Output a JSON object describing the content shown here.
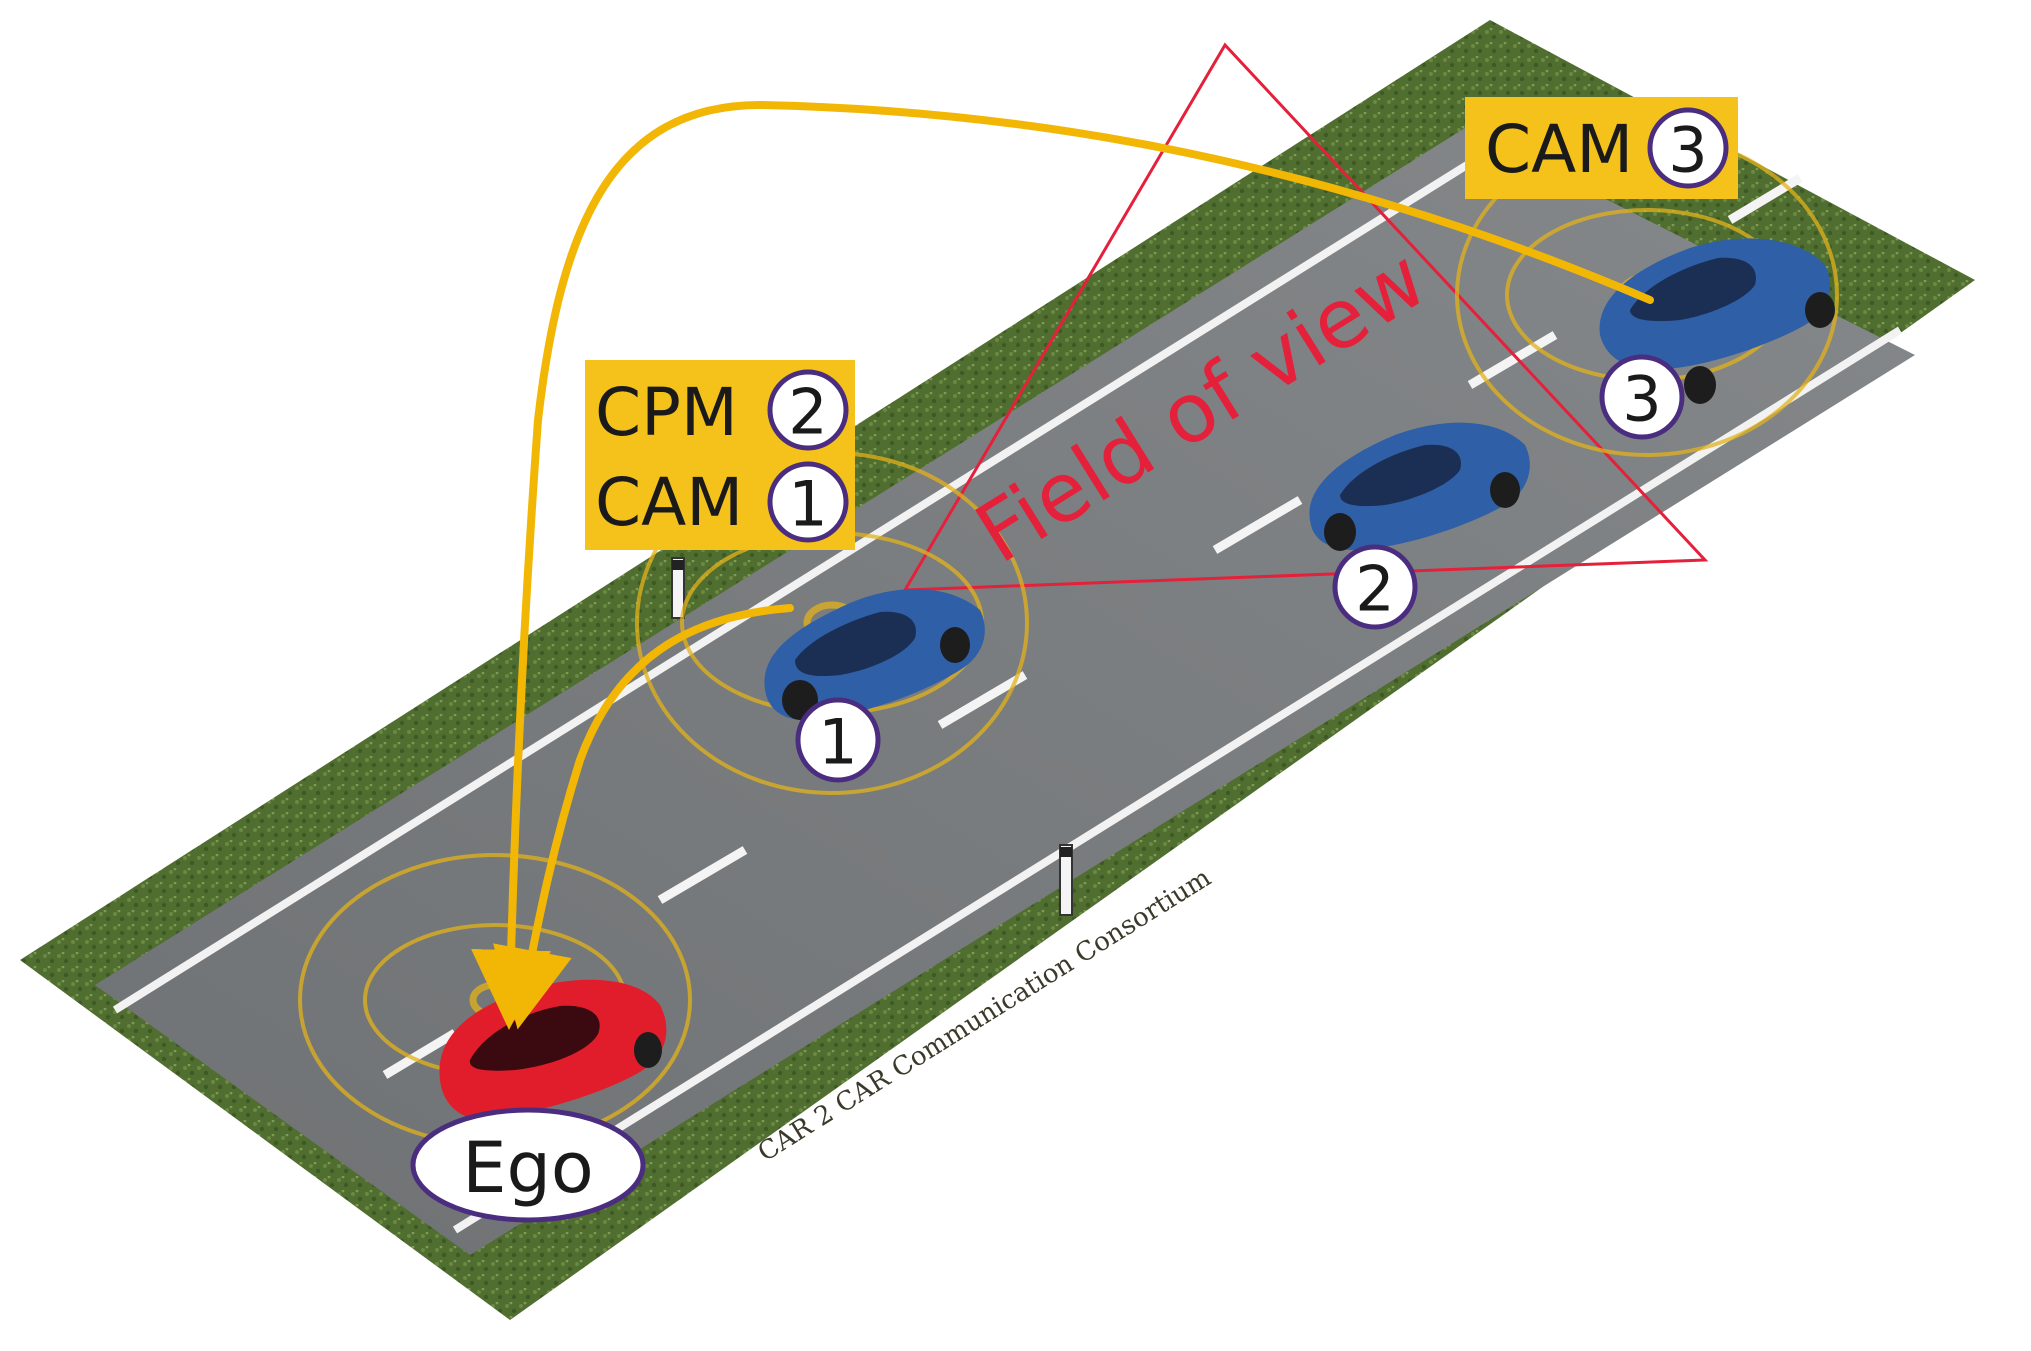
{
  "labels": {
    "cam3": {
      "text": "CAM",
      "num": "3"
    },
    "cpm2": {
      "text": "CPM",
      "num": "2"
    },
    "cam1": {
      "text": "CAM",
      "num": "1"
    }
  },
  "markers": {
    "car1": "1",
    "car2": "2",
    "car3": "3",
    "ego": "Ego"
  },
  "field_of_view": "Field of view",
  "watermark": "CAR 2 CAR Communication Consortium",
  "colors": {
    "message_arrow": "#f2b705",
    "label_bg": "#f5c21b",
    "fov_outline": "#e5203b",
    "marker_border": "#4b2d7f",
    "ego_car": "#e11d2b",
    "other_car": "#2f5fa6",
    "grass": "#4f6e2e",
    "road": "#777a7c"
  },
  "icons": [
    "car-icon",
    "radio-wave-icon",
    "arrow-icon"
  ]
}
